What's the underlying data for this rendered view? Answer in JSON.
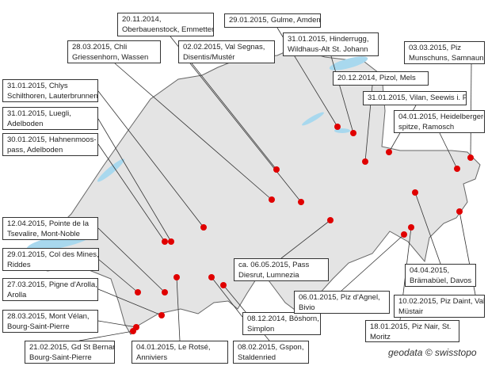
{
  "map": {
    "marker_color": "#e00000",
    "land_color": "#e4e4e4",
    "water_color": "#a8d8ee",
    "credit": "geodata © swisstopo",
    "labels": [
      {
        "line1": "20.11.2014,",
        "line2": "Oberbauenstock, Emmetten"
      },
      {
        "line1": "29.01.2015,  Gulme, Amden",
        "line2": ""
      },
      {
        "line1": "28.03.2015,  Chli",
        "line2": "Griessenhorn, Wassen"
      },
      {
        "line1": "02.02.2015,  Val Segnas,",
        "line2": "Disentis/Mustér"
      },
      {
        "line1": "31.01.2015,  Hinderrugg,",
        "line2": "Wildhaus-Alt St. Johann"
      },
      {
        "line1": "03.03.2015,  Piz",
        "line2": "Munschuns, Samnaun"
      },
      {
        "line1": "20.12.2014,  Pizol, Mels",
        "line2": ""
      },
      {
        "line1": "31.01.2015,  Vilan, Seewis i. P.",
        "line2": ""
      },
      {
        "line1": "04.01.2015,  Heidelberger-",
        "line2": "spitze, Ramosch"
      },
      {
        "line1": "31.01.2015,  Chlys",
        "line2": "Schilthoren, Lauterbrunnen"
      },
      {
        "line1": "31.01.2015,  Luegli,",
        "line2": "Adelboden"
      },
      {
        "line1": "30.01.2015,  Hahnenmoos-",
        "line2": "pass, Adelboden"
      },
      {
        "line1": "12.04.2015,  Pointe de la",
        "line2": "Tsevalire, Mont-Noble"
      },
      {
        "line1": "29.01.2015,  Col des Mines,",
        "line2": "Riddes"
      },
      {
        "line1": "27.03.2015,  Pigne d'Arolla,",
        "line2": "Arolla"
      },
      {
        "line1": "28.03.2015,  Mont Vélan,",
        "line2": "Bourg-Saint-Pierre"
      },
      {
        "line1": "21.02.2015,  Gd St Bernard,",
        "line2": "Bourg-Saint-Pierre"
      },
      {
        "line1": "04.01.2015,  Le Rotsé,",
        "line2": "Anniviers"
      },
      {
        "line1": "08.02.2015,  Gspon,",
        "line2": "Staldenried"
      },
      {
        "line1": "08.12.2014,  Böshorn,",
        "line2": "Simplon"
      },
      {
        "line1": "ca. 06.05.2015,  Pass",
        "line2": "Diesrut, Lumnezia"
      },
      {
        "line1": "06.01.2015,  Piz d'Agnel,",
        "line2": "Bivio"
      },
      {
        "line1": "04.04.2015,",
        "line2": "Brämabüel, Davos"
      },
      {
        "line1": "10.02.2015,  Piz Daint, Val",
        "line2": "Müstair"
      },
      {
        "line1": "18.01.2015,  Piz Nair, St.",
        "line2": "Moritz"
      }
    ]
  }
}
